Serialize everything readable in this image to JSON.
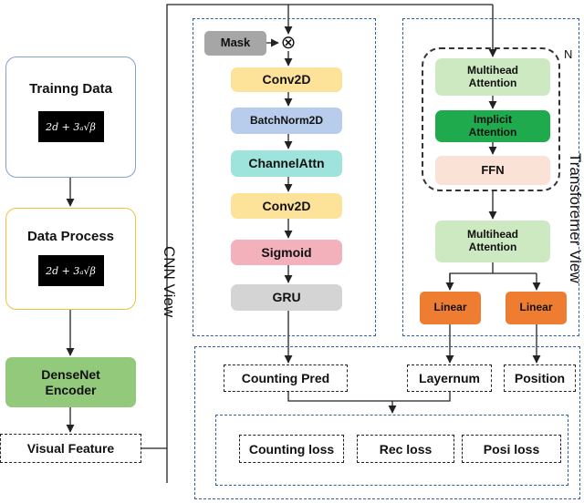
{
  "left": {
    "training_title": "Trainng Data",
    "training_formula": "2d + 3ₐ√β",
    "process_title": "Data Process",
    "process_formula": "2d + 3ₐ√β",
    "densenet_line1": "DenseNet",
    "densenet_line2": "Encoder",
    "visual_feature": "Visual Feature"
  },
  "cnn": {
    "view_label": "CNN View",
    "mask": "Mask",
    "multiply_symbol": "⊗",
    "conv1": "Conv2D",
    "batchnorm": "BatchNorm2D",
    "channelattn": "ChannelAttn",
    "conv2": "Conv2D",
    "sigmoid": "Sigmoid",
    "gru": "GRU"
  },
  "transformer": {
    "view_label": "Transforemer View",
    "n_label": "N",
    "mha1_line1": "Multihead",
    "mha1_line2": "Attention",
    "implicit_line1": "Implicit",
    "implicit_line2": "Attention",
    "ffn": "FFN",
    "mha2_line1": "Multihead",
    "mha2_line2": "Attention",
    "linear_left": "Linear",
    "linear_right": "Linear"
  },
  "outputs": {
    "counting_pred": "Counting Pred",
    "layernum": "Layernum",
    "position": "Position",
    "counting_loss": "Counting loss",
    "rec_loss": "Rec loss",
    "posi_loss": "Posi loss"
  },
  "colors": {
    "yellow": "#fde39a",
    "blue": "#b8cdec",
    "cyan": "#9fe4dc",
    "pink": "#f2b1bb",
    "gray": "#d4d4d4",
    "mask_gray": "#a6a6a6",
    "light_green": "#cde9c1",
    "dark_green": "#1faa4e",
    "peach": "#fbe2d6",
    "orange": "#ee7d31",
    "densenet_green": "#92c97a",
    "region_border": "#2f5f9e"
  }
}
